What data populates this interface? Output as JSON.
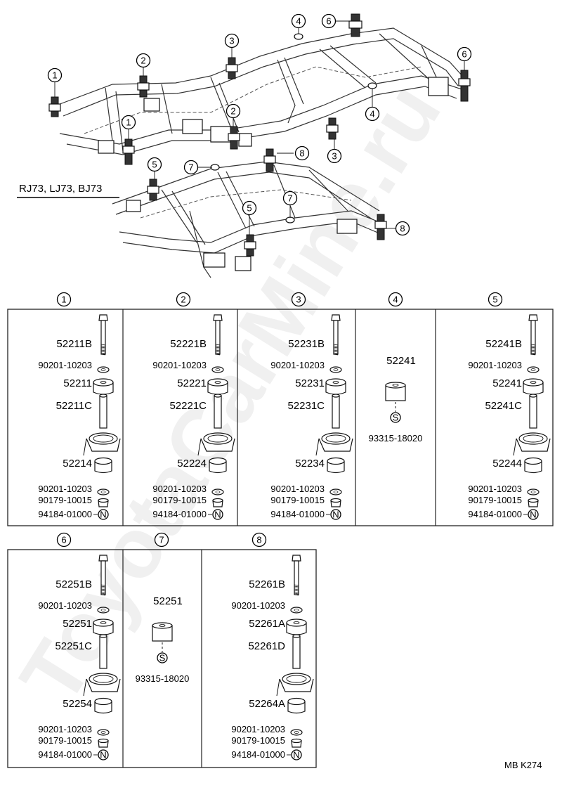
{
  "page": {
    "background": "#ffffff",
    "ink": "#000000"
  },
  "watermark": "ToyotaCarMine.ru",
  "model_label": "RJ73, LJ73, BJ73",
  "footer_code": "MB  K274",
  "callouts": [
    "1",
    "2",
    "3",
    "4",
    "5",
    "6",
    "7",
    "8"
  ],
  "groups": [
    {
      "id": "1",
      "items": [
        {
          "text": "52211B",
          "icon": "bolt"
        },
        {
          "text": "90201-10203",
          "icon": "washer"
        },
        {
          "text": "52211",
          "icon": "cushion"
        },
        {
          "text": "52211C",
          "icon": "collar"
        },
        {
          "text": "",
          "icon": "frame-bracket"
        },
        {
          "text": "52214",
          "icon": "lower-cushion"
        },
        {
          "text": "90201-10203",
          "icon": "washer"
        },
        {
          "text": "90179-10015",
          "icon": "nut"
        },
        {
          "text": "94184-01000",
          "icon": "N-mark"
        }
      ]
    },
    {
      "id": "2",
      "items": [
        {
          "text": "52221B",
          "icon": "bolt"
        },
        {
          "text": "90201-10203",
          "icon": "washer"
        },
        {
          "text": "52221",
          "icon": "cushion"
        },
        {
          "text": "52221C",
          "icon": "collar"
        },
        {
          "text": "",
          "icon": "frame-bracket"
        },
        {
          "text": "52224",
          "icon": "lower-cushion"
        },
        {
          "text": "90201-10203",
          "icon": "washer"
        },
        {
          "text": "90179-10015",
          "icon": "nut"
        },
        {
          "text": "94184-01000",
          "icon": "N-mark"
        }
      ]
    },
    {
      "id": "3",
      "items": [
        {
          "text": "52231B",
          "icon": "bolt"
        },
        {
          "text": "90201-10203",
          "icon": "washer"
        },
        {
          "text": "52231",
          "icon": "cushion"
        },
        {
          "text": "52231C",
          "icon": "collar"
        },
        {
          "text": "",
          "icon": "frame-bracket"
        },
        {
          "text": "52234",
          "icon": "lower-cushion"
        },
        {
          "text": "90201-10203",
          "icon": "washer"
        },
        {
          "text": "90179-10015",
          "icon": "nut"
        },
        {
          "text": "94184-01000",
          "icon": "N-mark"
        }
      ]
    },
    {
      "id": "4",
      "items": [
        {
          "text": "52241",
          "icon": "block-cushion"
        },
        {
          "text": "93315-18020",
          "icon": "S-mark"
        }
      ]
    },
    {
      "id": "5",
      "items": [
        {
          "text": "52241B",
          "icon": "bolt"
        },
        {
          "text": "90201-10203",
          "icon": "washer"
        },
        {
          "text": "52241",
          "icon": "cushion"
        },
        {
          "text": "52241C",
          "icon": "collar"
        },
        {
          "text": "",
          "icon": "frame-bracket"
        },
        {
          "text": "52244",
          "icon": "lower-cushion"
        },
        {
          "text": "90201-10203",
          "icon": "washer"
        },
        {
          "text": "90179-10015",
          "icon": "nut"
        },
        {
          "text": "94184-01000",
          "icon": "N-mark"
        }
      ]
    },
    {
      "id": "6",
      "items": [
        {
          "text": "52251B",
          "icon": "bolt"
        },
        {
          "text": "90201-10203",
          "icon": "washer"
        },
        {
          "text": "52251",
          "icon": "cushion"
        },
        {
          "text": "52251C",
          "icon": "collar"
        },
        {
          "text": "",
          "icon": "frame-bracket"
        },
        {
          "text": "52254",
          "icon": "lower-cushion"
        },
        {
          "text": "90201-10203",
          "icon": "washer"
        },
        {
          "text": "90179-10015",
          "icon": "nut"
        },
        {
          "text": "94184-01000",
          "icon": "N-mark"
        }
      ]
    },
    {
      "id": "7",
      "items": [
        {
          "text": "52251",
          "icon": "block-cushion"
        },
        {
          "text": "93315-18020",
          "icon": "S-mark"
        }
      ]
    },
    {
      "id": "8",
      "items": [
        {
          "text": "52261B",
          "icon": "bolt"
        },
        {
          "text": "90201-10203",
          "icon": "washer"
        },
        {
          "text": "52261A",
          "icon": "cushion"
        },
        {
          "text": "52261D",
          "icon": "collar"
        },
        {
          "text": "",
          "icon": "frame-bracket"
        },
        {
          "text": "52264A",
          "icon": "lower-cushion"
        },
        {
          "text": "90201-10203",
          "icon": "washer"
        },
        {
          "text": "90179-10015",
          "icon": "nut"
        },
        {
          "text": "94184-01000",
          "icon": "N-mark"
        }
      ]
    }
  ],
  "marks": {
    "N": "N",
    "S": "S"
  }
}
